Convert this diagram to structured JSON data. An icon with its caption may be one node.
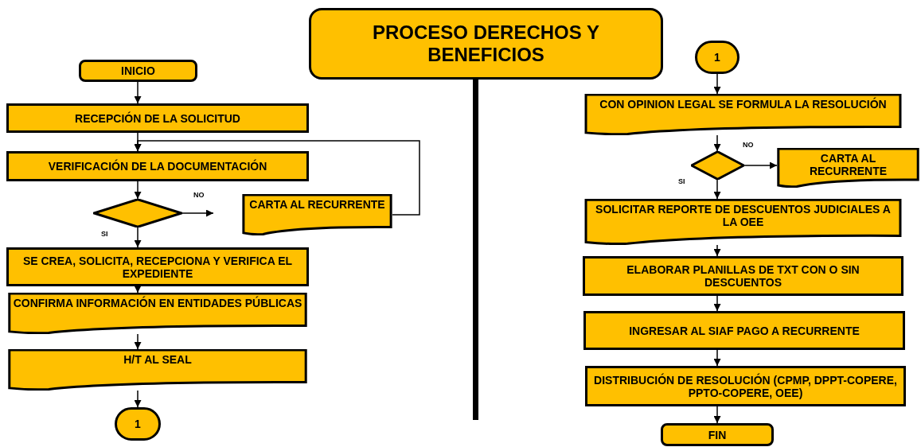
{
  "diagram": {
    "title": "PROCESO DERECHOS Y BENEFICIOS",
    "nodes": [
      {
        "text": [
          "INICIO"
        ]
      },
      {
        "text": [
          "RECEPCIÓN DE LA SOLICITUD"
        ]
      },
      {
        "text": [
          "VERIFICACIÓN DE LA DOCUMENTACIÓN"
        ]
      },
      {
        "text": [],
        "shape": "diamond"
      },
      {
        "text": [
          "CARTA AL RECURRENTE"
        ]
      },
      {
        "text": [
          "SE CREA, SOLICITA, RECEPCIONA Y VERIFICA EL EXPEDIENTE"
        ]
      },
      {
        "text": [
          "CONFIRMA INFORMACIÓN EN ENTIDADES PÚBLICAS"
        ]
      },
      {
        "text": [
          "H/T AL SEAL"
        ]
      },
      {
        "text": [
          "1"
        ]
      },
      {
        "text": [
          "1"
        ]
      },
      {
        "text": [
          "CON OPINION LEGAL SE FORMULA LA RESOLUCIÓN"
        ]
      },
      {
        "text": [],
        "shape": "diamond"
      },
      {
        "text": [
          "CARTA AL RECURRENTE"
        ]
      },
      {
        "text": [
          "SOLICITAR REPORTE DE DESCUENTOS JUDICIALES A LA OEE"
        ]
      },
      {
        "text": [
          "ELABORAR PLANILLAS DE TXT CON O SIN DESCUENTOS"
        ]
      },
      {
        "text": [
          "INGRESAR AL SIAF PAGO A RECURRENTE"
        ]
      },
      {
        "text": [
          "DISTRIBUCIÓN DE RESOLUCIÓN (CPMP, DPPT-COPERE, PPTO-COPERE, OEE)"
        ]
      },
      {
        "text": [
          "FIN"
        ]
      }
    ],
    "edges": [
      {
        "from": 0,
        "to": 1,
        "arrow": "to"
      },
      {
        "from": 1,
        "to": 2,
        "arrow": "to"
      },
      {
        "from": 2,
        "to": 3,
        "arrow": "to"
      },
      {
        "from": 3,
        "to": null,
        "arrow": "to",
        "label": "NO"
      },
      {
        "from": 3,
        "to": 5,
        "arrow": "to",
        "label": "SI"
      },
      {
        "from": 4,
        "to": 2,
        "arrow": "to"
      },
      {
        "from": 5,
        "to": 6,
        "arrow": "to"
      },
      {
        "from": 6,
        "to": 7,
        "arrow": "to"
      },
      {
        "from": 7,
        "to": 8,
        "arrow": "to"
      },
      {
        "from": 9,
        "to": 10,
        "arrow": "to"
      },
      {
        "from": 10,
        "to": 11,
        "arrow": "to"
      },
      {
        "from": 11,
        "to": 12,
        "arrow": "to",
        "label": "NO"
      },
      {
        "from": 11,
        "to": 13,
        "arrow": "to",
        "label": "SI"
      },
      {
        "from": 13,
        "to": 14,
        "arrow": "to"
      },
      {
        "from": 14,
        "to": 15,
        "arrow": "to"
      },
      {
        "from": 15,
        "to": 16,
        "arrow": "to"
      },
      {
        "from": 16,
        "to": 17,
        "arrow": "to"
      }
    ]
  }
}
